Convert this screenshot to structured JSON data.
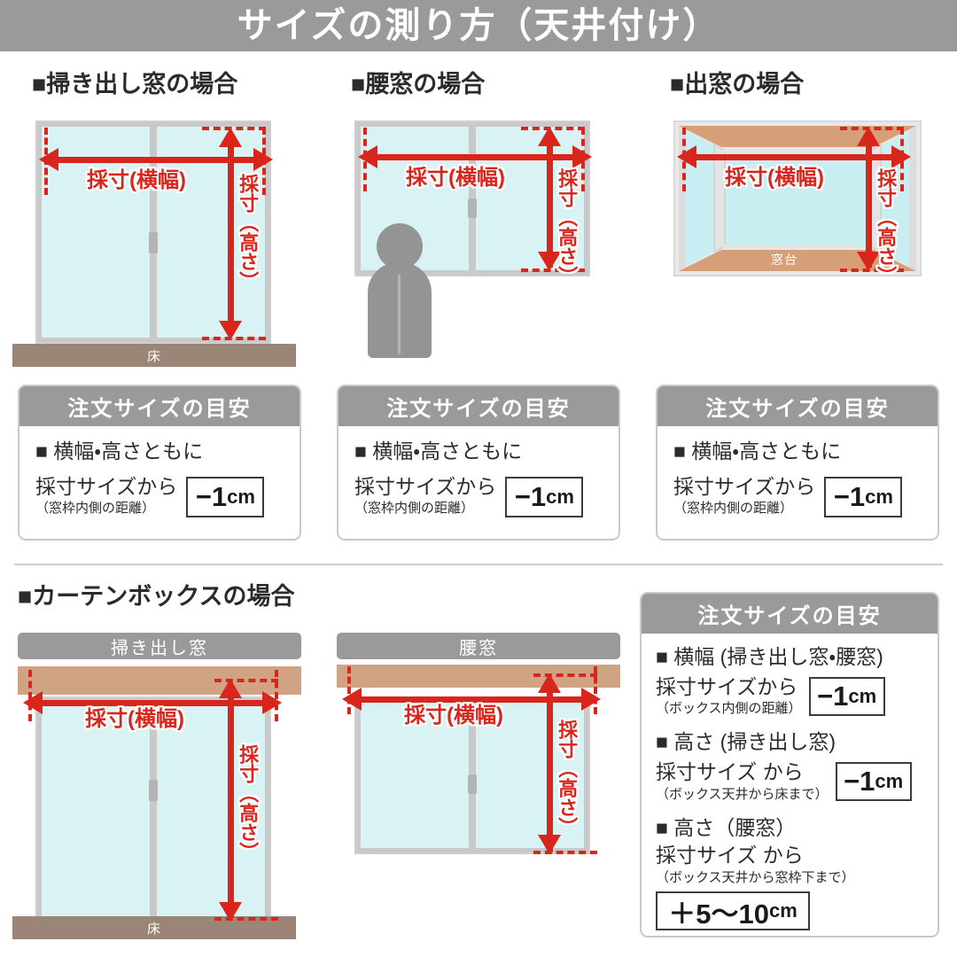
{
  "header": {
    "title": "サイズの測り方（天井付け）"
  },
  "labels": {
    "width_measure": "採寸(横幅)",
    "height_measure": "採寸（高さ）",
    "floor": "床",
    "window_sill": "窓台",
    "square_bullet": "■",
    "small_bullet": "■"
  },
  "sections": [
    {
      "id": "sweep-window",
      "caption": "■掃き出し窓の場合"
    },
    {
      "id": "waist-window",
      "caption": "■腰窓の場合"
    },
    {
      "id": "bay-window",
      "caption": "■出窓の場合"
    },
    {
      "id": "curtain-box",
      "caption": "■カーテンボックスの場合"
    }
  ],
  "order_boxes": {
    "common_header": "注文サイズの目安",
    "top": [
      {
        "id": "sweep",
        "title": "■ 横幅・高さともに",
        "main": "採寸サイズから",
        "sub": "（窓枠内側の距離）",
        "chip_num": "−1",
        "chip_unit": "cm"
      },
      {
        "id": "waist",
        "title": "■ 横幅・高さともに",
        "main": "採寸サイズから",
        "sub": "（窓枠内側の距離）",
        "chip_num": "−1",
        "chip_unit": "cm"
      },
      {
        "id": "bay",
        "title": "■ 横幅・高さともに",
        "main": "採寸サイズから",
        "sub": "（窓枠内側の距離）",
        "chip_num": "−1",
        "chip_unit": "cm"
      }
    ],
    "bottom": {
      "header": "注文サイズの目安",
      "entries": [
        {
          "id": "box-width",
          "title": "■ 横幅 (掃き出し窓・腰窓)",
          "main": "採寸サイズから",
          "sub": "（ボックス内側の距離）",
          "chip_num": "−1",
          "chip_unit": "cm"
        },
        {
          "id": "box-height-sweep",
          "title": "■ 高さ (掃き出し窓)",
          "main": "採寸サイズ から",
          "sub": "（ボックス天井から床まで）",
          "chip_num": "−1",
          "chip_unit": "cm"
        },
        {
          "id": "box-height-waist",
          "title": "■ 高さ（腰窓）",
          "main": "採寸サイズ から",
          "sub": "（ボックス天井から窓枠下まで）",
          "chip_num": "＋5〜10",
          "chip_unit": "cm"
        }
      ]
    }
  },
  "curtain_box_tags": [
    {
      "id": "sweep",
      "label": "掃き出し窓"
    },
    {
      "id": "waist",
      "label": "腰窓"
    }
  ],
  "colors": {
    "header_gray": "#9a9a9a",
    "accent_red": "#d9261c",
    "glass_cyan": "#d9f2f4",
    "frame_gray": "#c9c9c9",
    "floor_brown": "#9a8576",
    "box_tan": "#cfa383",
    "person_gray": "#949494",
    "text_dark": "#231f20"
  }
}
